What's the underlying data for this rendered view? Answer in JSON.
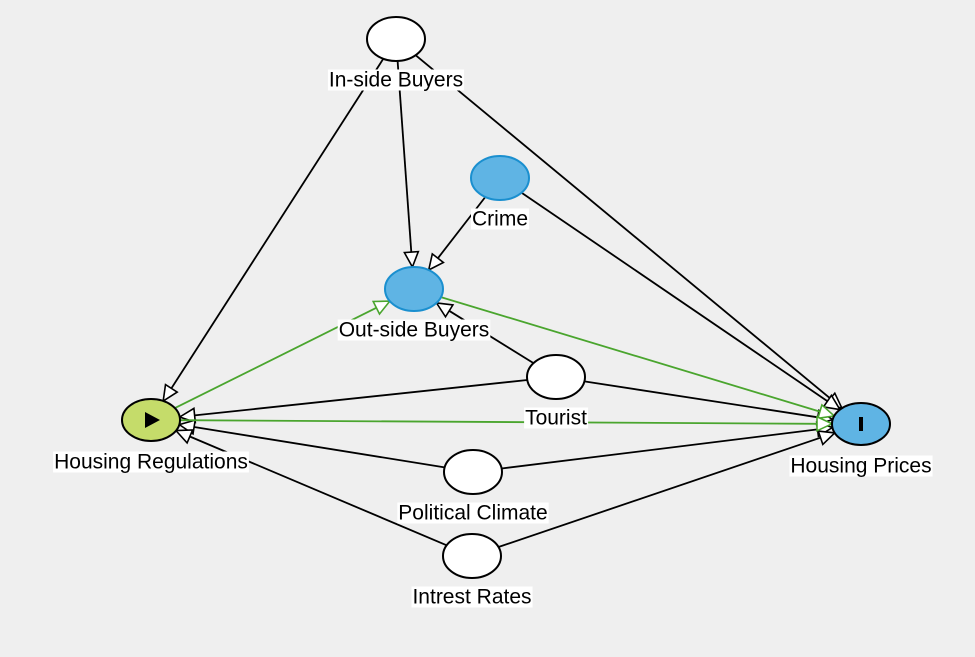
{
  "diagram": {
    "colors": {
      "background": "#efefef",
      "node_default": "#ffffff",
      "node_outcome": "#5fb4e4",
      "node_outcome_stroke": "#1a8fcf",
      "node_exposure": "#c5dc6a",
      "edge_default": "#000000",
      "edge_causal": "#4aa52e"
    },
    "nodes": [
      {
        "id": "inside",
        "label": "In-side Buyers",
        "role": "default"
      },
      {
        "id": "crime",
        "label": "Crime",
        "role": "adjusted"
      },
      {
        "id": "outside",
        "label": "Out-side Buyers",
        "role": "adjusted"
      },
      {
        "id": "tourist",
        "label": "Tourist",
        "role": "default"
      },
      {
        "id": "regs",
        "label": "Housing Regulations",
        "role": "exposure",
        "icon": "play-icon"
      },
      {
        "id": "prices",
        "label": "Housing Prices",
        "role": "outcome",
        "icon": "bar-icon"
      },
      {
        "id": "political",
        "label": "Political Climate",
        "role": "default"
      },
      {
        "id": "rates",
        "label": "Intrest Rates",
        "role": "default"
      }
    ],
    "edges": [
      {
        "from": "inside",
        "to": "regs",
        "type": "default"
      },
      {
        "from": "inside",
        "to": "outside",
        "type": "default"
      },
      {
        "from": "inside",
        "to": "prices",
        "type": "default"
      },
      {
        "from": "crime",
        "to": "outside",
        "type": "default"
      },
      {
        "from": "crime",
        "to": "prices",
        "type": "default"
      },
      {
        "from": "tourist",
        "to": "outside",
        "type": "default"
      },
      {
        "from": "tourist",
        "to": "regs",
        "type": "default"
      },
      {
        "from": "tourist",
        "to": "prices",
        "type": "default"
      },
      {
        "from": "political",
        "to": "regs",
        "type": "default"
      },
      {
        "from": "political",
        "to": "prices",
        "type": "default"
      },
      {
        "from": "rates",
        "to": "regs",
        "type": "default"
      },
      {
        "from": "rates",
        "to": "prices",
        "type": "default"
      },
      {
        "from": "regs",
        "to": "outside",
        "type": "causal"
      },
      {
        "from": "outside",
        "to": "prices",
        "type": "causal"
      },
      {
        "from": "regs",
        "to": "prices",
        "type": "causal"
      }
    ]
  }
}
